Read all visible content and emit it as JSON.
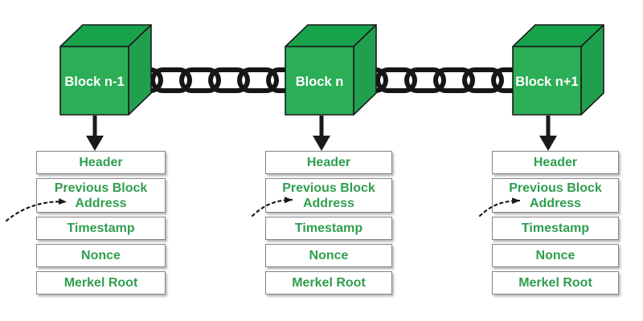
{
  "diagram_type": "blockchain-structure",
  "colors": {
    "cube_top": "#17a34b",
    "cube_front": "#2bae56",
    "cube_side": "#209f4e",
    "cube_edge": "#1a1a1a",
    "chain": "#161616",
    "arrow": "#1a1a1a",
    "dashed_arrow": "#1a1a1a",
    "box_border": "#858585",
    "box_text_green": "#2e9e4e",
    "cube_label_white": "#ffffff",
    "background": "#ffffff"
  },
  "blocks": [
    {
      "label": "Block n-1",
      "fields": {
        "header": "Header",
        "prev_line1": "Previous Block",
        "prev_line2": "Address",
        "timestamp": "Timestamp",
        "nonce": "Nonce",
        "merkel": "Merkel Root"
      }
    },
    {
      "label": "Block n",
      "fields": {
        "header": "Header",
        "prev_line1": "Previous Block",
        "prev_line2": "Address",
        "timestamp": "Timestamp",
        "nonce": "Nonce",
        "merkel": "Merkel Root"
      }
    },
    {
      "label": "Block n+1",
      "fields": {
        "header": "Header",
        "prev_line1": "Previous Block",
        "prev_line2": "Address",
        "timestamp": "Timestamp",
        "nonce": "Nonce",
        "merkel": "Merkel Root"
      }
    }
  ]
}
